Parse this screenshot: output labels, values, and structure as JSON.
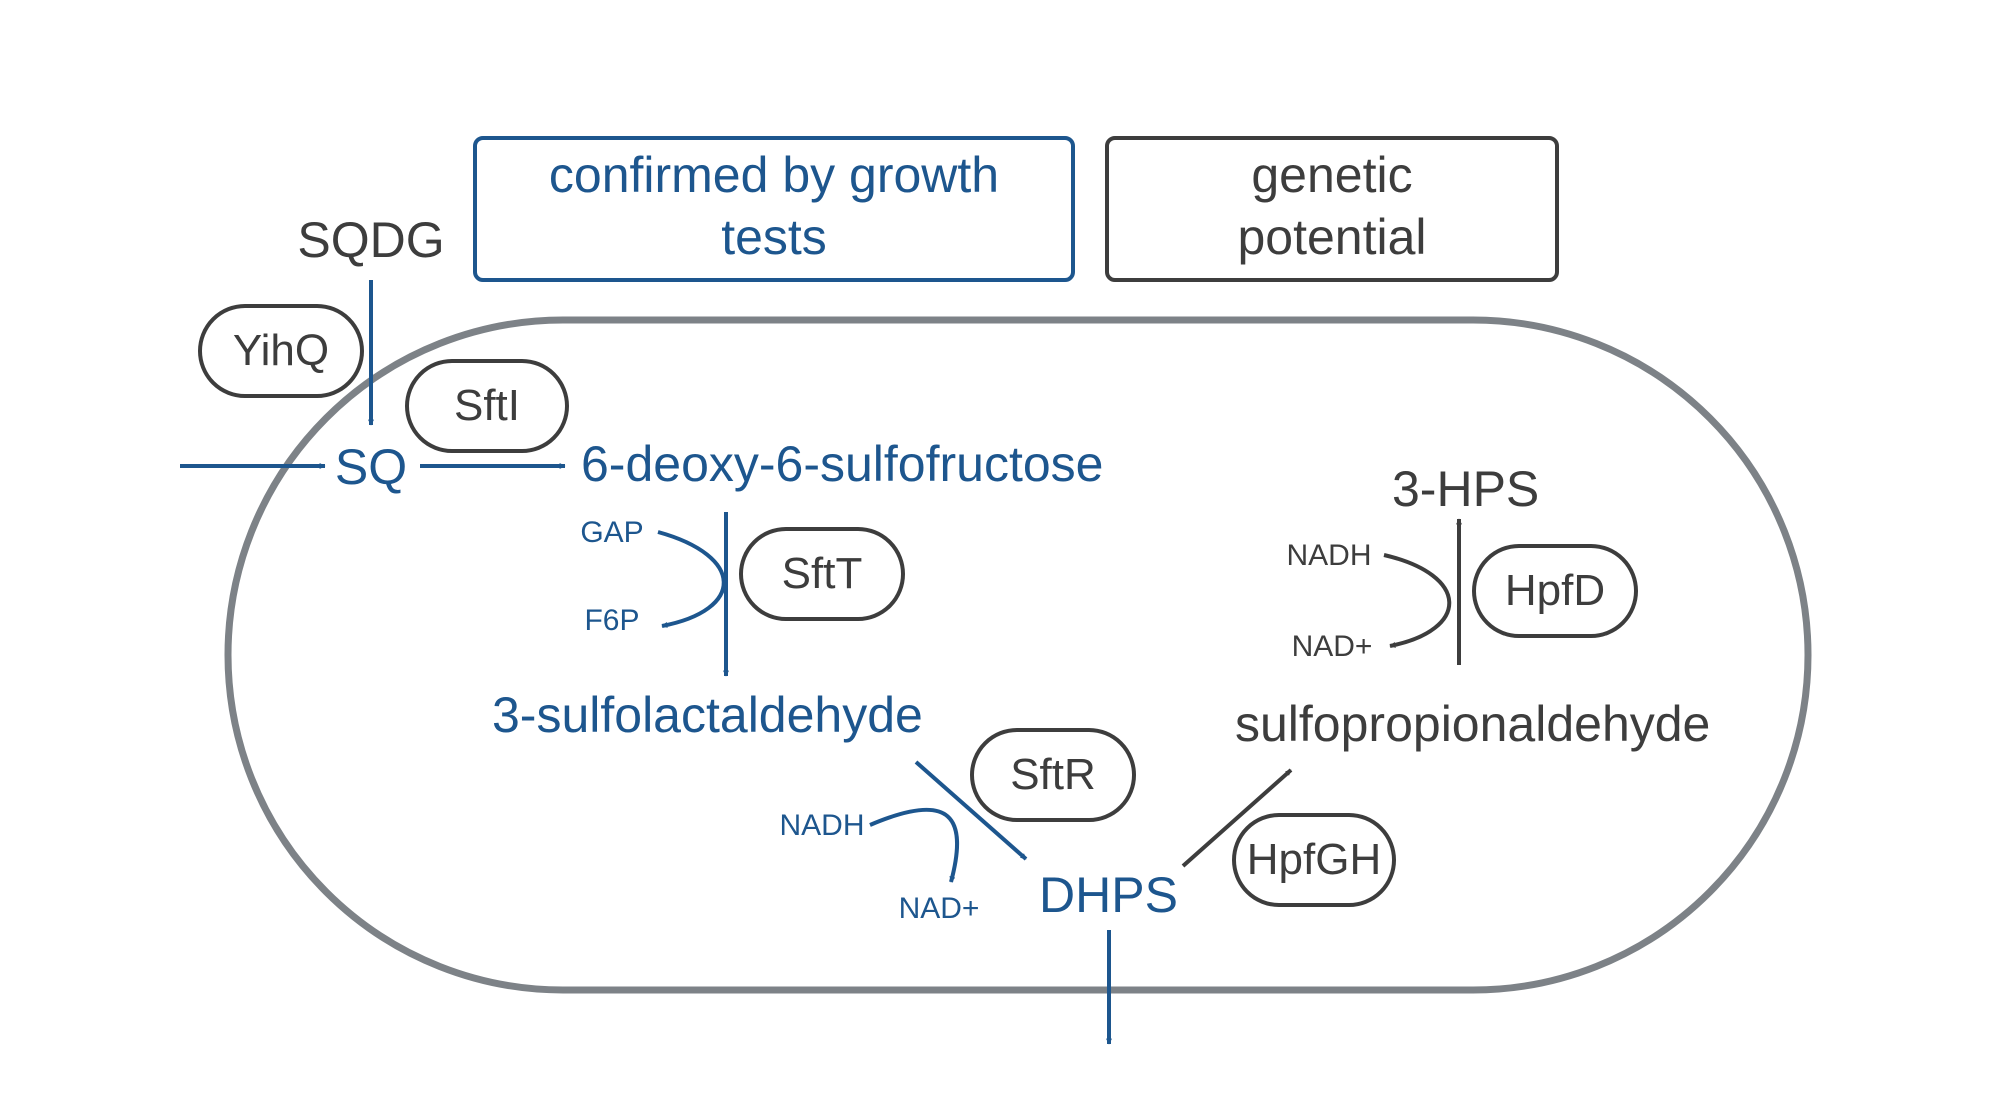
{
  "legend": {
    "confirmed": {
      "line1": "confirmed by growth",
      "line2": "tests"
    },
    "genetic": {
      "line1": "genetic",
      "line2": "potential"
    }
  },
  "metabolites": {
    "sqdg": "SQDG",
    "sq": "SQ",
    "dsf": "6-deoxy-6-sulfofructose",
    "sla": "3-sulfolactaldehyde",
    "dhps": "DHPS",
    "spa": "sulfopropionaldehyde",
    "hps3": "3-HPS"
  },
  "enzymes": {
    "yihq": "YihQ",
    "sfti": "SftI",
    "sftt": "SftT",
    "sftr": "SftR",
    "hpfgh": "HpfGH",
    "hpfd": "HpfD"
  },
  "cofactors": {
    "gap": "GAP",
    "f6p": "F6P",
    "sftr_nadh": "NADH",
    "sftr_nad": "NAD+",
    "hpfd_nadh": "NADH",
    "hpfd_nad": "NAD+"
  },
  "colors": {
    "confirmed": "#1d568e",
    "genetic": "#3d3d3d",
    "cell": "#7d8287"
  }
}
